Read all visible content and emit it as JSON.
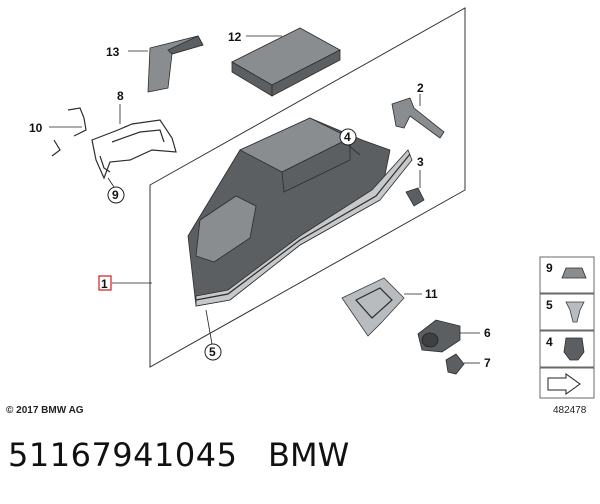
{
  "callouts": {
    "c1": "1",
    "c2": "2",
    "c3": "3",
    "c4": "4",
    "c5": "5",
    "c6": "6",
    "c7": "7",
    "c8": "8",
    "c9": "9",
    "c10": "10",
    "c11": "11",
    "c12": "12",
    "c13": "13"
  },
  "legend": {
    "l9": "9",
    "l5": "5",
    "l4": "4"
  },
  "copyright": "© 2017 BMW AG",
  "diagram_number": "482478",
  "part_number": "51167941045",
  "brand": "BMW"
}
